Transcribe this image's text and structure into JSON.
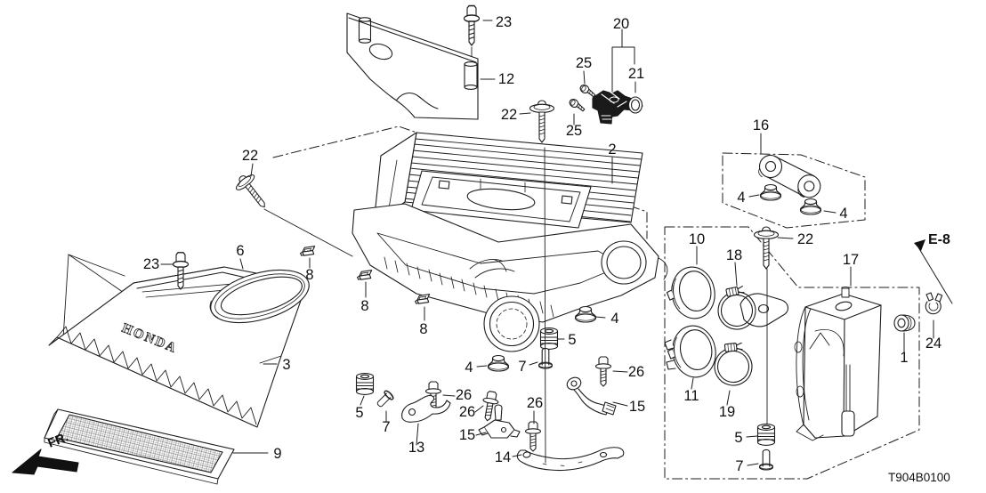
{
  "diagram": {
    "code": "T904B0100",
    "front_label": "FR.",
    "reference_label": "E-8",
    "brand_text": "HONDA",
    "background": "#ffffff",
    "line_color": "#1c1c1c"
  },
  "callouts": [
    {
      "label": "23"
    },
    {
      "label": "12"
    },
    {
      "label": "20"
    },
    {
      "label": "25"
    },
    {
      "label": "21"
    },
    {
      "label": "22"
    },
    {
      "label": "25"
    },
    {
      "label": "2"
    },
    {
      "label": "16"
    },
    {
      "label": "22"
    },
    {
      "label": "6"
    },
    {
      "label": "23"
    },
    {
      "label": "8"
    },
    {
      "label": "8"
    },
    {
      "label": "8"
    },
    {
      "label": "3"
    },
    {
      "label": "9"
    },
    {
      "label": "4"
    },
    {
      "label": "4"
    },
    {
      "label": "22"
    },
    {
      "label": "10"
    },
    {
      "label": "18"
    },
    {
      "label": "17"
    },
    {
      "label": "4"
    },
    {
      "label": "5"
    },
    {
      "label": "7"
    },
    {
      "label": "4"
    },
    {
      "label": "26"
    },
    {
      "label": "15"
    },
    {
      "label": "11"
    },
    {
      "label": "19"
    },
    {
      "label": "1"
    },
    {
      "label": "24"
    },
    {
      "label": "5"
    },
    {
      "label": "7"
    },
    {
      "label": "26"
    },
    {
      "label": "26"
    },
    {
      "label": "13"
    },
    {
      "label": "15"
    },
    {
      "label": "26"
    },
    {
      "label": "14"
    },
    {
      "label": "5"
    },
    {
      "label": "7"
    }
  ]
}
